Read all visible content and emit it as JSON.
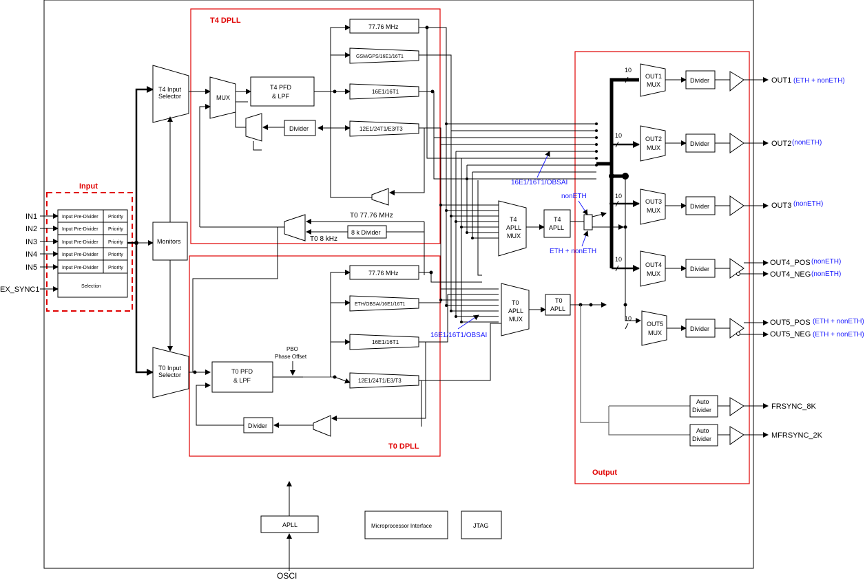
{
  "groups": {
    "t4_dpll": "T4 DPLL",
    "t0_dpll": "T0 DPLL",
    "input": "Input",
    "output": "Output"
  },
  "inputs": {
    "in1": "IN1",
    "in2": "IN2",
    "in3": "IN3",
    "in4": "IN4",
    "in5": "IN5",
    "ex_sync1": "EX_SYNC1",
    "osci": "OSCI"
  },
  "input_block": {
    "pre_divider": "Input Pre-Divider",
    "priority": "Priority",
    "selection": "Selection"
  },
  "blocks": {
    "t4_input_selector_l1": "T4 Input",
    "t4_input_selector_l2": "Selector",
    "t0_input_selector_l1": "T0 Input",
    "t0_input_selector_l2": "Selector",
    "monitors": "Monitors",
    "mux": "MUX",
    "t4_pfd_l1": "T4 PFD",
    "t4_pfd_l2": "& LPF",
    "t0_pfd_l1": "T0 PFD",
    "t0_pfd_l2": "& LPF",
    "divider": "Divider",
    "t4_divider": "Divider",
    "t0_divider": "Divider",
    "div_8k": "8 k Divider",
    "t4_77": "77.76 MHz",
    "t4_gsm": "GSM/GPS/16E1/16T1",
    "t4_16e1": "16E1/16T1",
    "t4_12e1": "12E1/24T1/E3/T3",
    "t0_77": "77.76 MHz",
    "t0_eth": "ETH/OBSAI/16E1/16T1",
    "t0_16e1": "16E1/16T1",
    "t0_12e1": "12E1/24T1/E3/T3",
    "t4_apll_mux_l1": "T4",
    "t4_apll_mux_l2": "APLL",
    "t4_apll_mux_l3": "MUX",
    "t0_apll_mux_l1": "T0",
    "t0_apll_mux_l2": "APLL",
    "t0_apll_mux_l3": "MUX",
    "t4_apll_l1": "T4",
    "t4_apll_l2": "APLL",
    "t0_apll_l1": "T0",
    "t0_apll_l2": "APLL",
    "apll": "APLL",
    "micro": "Microprocessor  Interface",
    "jtag": "JTAG",
    "pbo_l1": "PBO",
    "pbo_l2": "Phase Offset"
  },
  "labels": {
    "t0_7776": "T0 77.76 MHz",
    "t0_8khz": "T0 8 kHz",
    "obsai_t4": "16E1/16T1/OBSAI",
    "obsai_t0": "16E1/16T1/OBSAI",
    "noneth": "nonETH",
    "eth_noneth": "ETH + nonETH"
  },
  "output_mux": [
    {
      "l1": "OUT1",
      "l2": "MUX",
      "bus": "10"
    },
    {
      "l1": "OUT2",
      "l2": "MUX",
      "bus": "10"
    },
    {
      "l1": "OUT3",
      "l2": "MUX",
      "bus": "10"
    },
    {
      "l1": "OUT4",
      "l2": "MUX",
      "bus": "10"
    },
    {
      "l1": "OUT5",
      "l2": "MUX",
      "bus": "10"
    }
  ],
  "output_divider": "Divider",
  "auto_divider_l1": "Auto",
  "auto_divider_l2": "Divider",
  "outputs": {
    "out1": "OUT1",
    "out1_note": "(ETH + nonETH)",
    "out2": "OUT2",
    "out2_note": "(nonETH)",
    "out3": "OUT3",
    "out3_note": "(nonETH)",
    "out4_pos": "OUT4_POS",
    "out4_pos_note": "(nonETH)",
    "out4_neg": "OUT4_NEG",
    "out4_neg_note": "(nonETH)",
    "out5_pos": "OUT5_POS",
    "out5_pos_note": "(ETH + nonETH)",
    "out5_neg": "OUT5_NEG",
    "out5_neg_note": "(ETH + nonETH)",
    "frsync": "FRSYNC_8K",
    "mfrsync": "MFRSYNC_2K"
  }
}
